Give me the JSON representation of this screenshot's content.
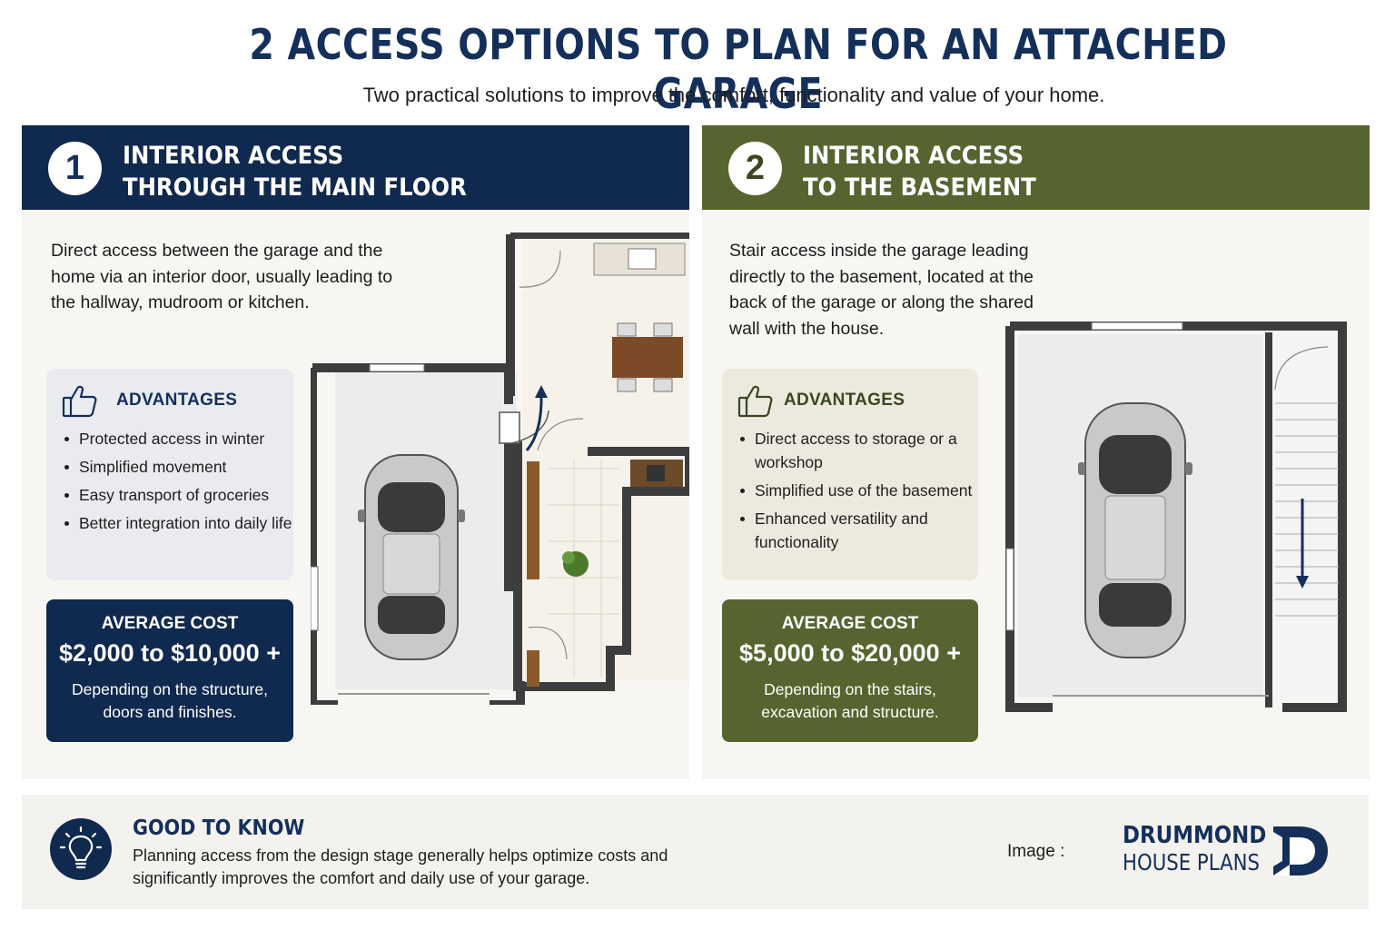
{
  "header": {
    "title": "2 ACCESS OPTIONS TO PLAN FOR AN ATTACHED GARAGE",
    "subtitle": "Two practical solutions to improve the comfort, functionality and value of your home."
  },
  "option1": {
    "number": "1",
    "title_line1": "INTERIOR ACCESS",
    "title_line2": "THROUGH THE MAIN FLOOR",
    "description": "Direct access between the garage and the home via an interior door, usually leading to the hallway, mudroom or kitchen.",
    "advantages_title": "ADVANTAGES",
    "advantages": [
      "Protected access in winter",
      "Simplified movement",
      "Easy transport of groceries",
      "Better integration into daily life"
    ],
    "cost_label": "AVERAGE COST",
    "cost_value": "$2,000 to $10,000 +",
    "cost_note": "Depending on the structure, doors and finishes."
  },
  "option2": {
    "number": "2",
    "title_line1": "INTERIOR ACCESS",
    "title_line2": "TO THE BASEMENT",
    "description": "Stair access inside the garage leading directly to the basement, located at the back of the garage or along the shared wall with the house.",
    "advantages_title": "ADVANTAGES",
    "advantages": [
      "Direct access to storage or a workshop",
      "Simplified use of the basement",
      "Enhanced versatility and functionality"
    ],
    "cost_label": "AVERAGE COST",
    "cost_value": "$5,000 to $20,000 +",
    "cost_note": "Depending on the stairs, excavation and structure."
  },
  "footer": {
    "title": "GOOD TO KNOW",
    "text": "Planning access from the design stage generally helps optimize costs and significantly improves the comfort and daily use of your garage.",
    "image_label": "Image :",
    "logo_line1": "DRUMMOND",
    "logo_line2": "HOUSE PLANS"
  },
  "colors": {
    "navy": "#10294f",
    "olive": "#56652f",
    "panel_bg": "#f7f6f3"
  },
  "icons": [
    "thumbs-up-icon",
    "lightbulb-icon",
    "car-icon",
    "arrow-icon"
  ]
}
